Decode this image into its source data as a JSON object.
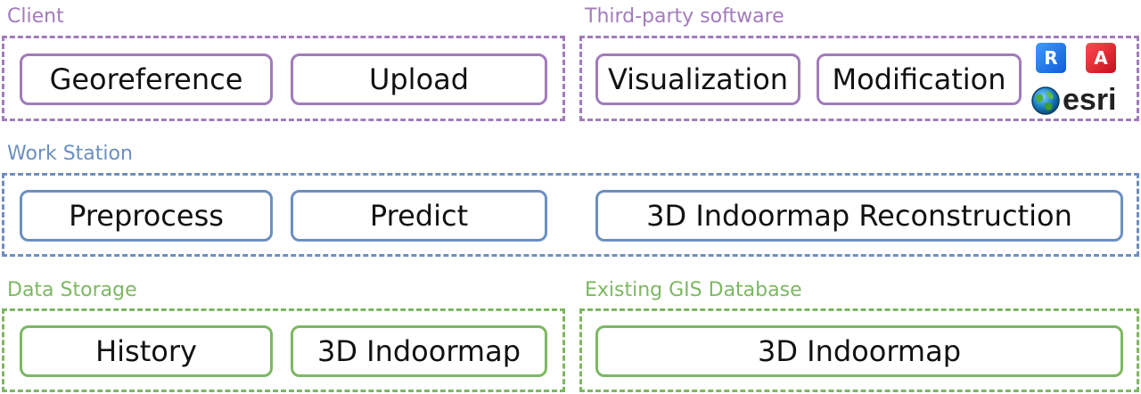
{
  "groups": {
    "client": {
      "title": "Client",
      "color": "#a27bbb",
      "nodes": [
        "Georeference",
        "Upload"
      ]
    },
    "third_party": {
      "title": "Third-party software",
      "color": "#a27bbb",
      "nodes": [
        "Visualization",
        "Modification"
      ],
      "logos": {
        "revit": "R",
        "autocad": "A",
        "esri": "esri"
      }
    },
    "work_station": {
      "title": "Work Station",
      "color": "#6b8fc0",
      "nodes": [
        "Preprocess",
        "Predict",
        "3D Indoormap Reconstruction"
      ]
    },
    "data_storage": {
      "title": "Data Storage",
      "color": "#7cb861",
      "nodes": [
        "History",
        "3D Indoormap"
      ]
    },
    "gis_db": {
      "title": "Existing GIS Database",
      "color": "#7cb861",
      "nodes": [
        "3D Indoormap"
      ]
    }
  },
  "icons": {
    "revit_logo": "revit-logo-icon",
    "autocad_logo": "autocad-logo-icon",
    "esri_logo": "esri-logo-icon"
  }
}
